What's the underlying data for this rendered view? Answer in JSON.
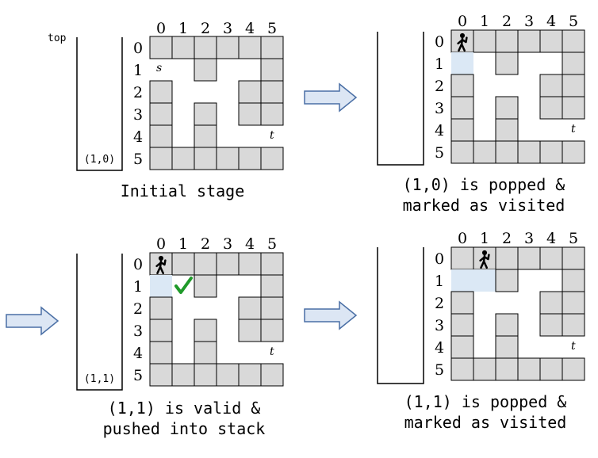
{
  "panels": [
    {
      "id": "p1",
      "stack_top_label": "top",
      "stack_items": [
        "(1,0)"
      ],
      "visited": [],
      "walker": null,
      "check": null,
      "caption": [
        "Initial stage"
      ]
    },
    {
      "id": "p2",
      "stack_top_label": "",
      "stack_items": [],
      "visited": [
        [
          1,
          0
        ]
      ],
      "walker": [
        0,
        0
      ],
      "check": null,
      "caption": [
        "(1,0) is popped &",
        "marked as visited"
      ]
    },
    {
      "id": "p3",
      "stack_top_label": "",
      "stack_items": [
        "(1,1)"
      ],
      "visited": [
        [
          1,
          0
        ]
      ],
      "walker": [
        0,
        0
      ],
      "check": [
        1,
        1
      ],
      "caption": [
        "(1,1) is valid &",
        "pushed into stack"
      ]
    },
    {
      "id": "p4",
      "stack_top_label": "",
      "stack_items": [],
      "visited": [
        [
          1,
          0
        ],
        [
          1,
          1
        ]
      ],
      "walker": [
        0,
        1
      ],
      "check": null,
      "caption": [
        "(1,1) is popped &",
        "marked as visited"
      ]
    }
  ],
  "maze": {
    "column_labels": [
      "0",
      "1",
      "2",
      "3",
      "4",
      "5"
    ],
    "row_labels": [
      "0",
      "1",
      "2",
      "3",
      "4",
      "5"
    ],
    "walls": [
      [
        1,
        1,
        1,
        1,
        1,
        1
      ],
      [
        0,
        0,
        1,
        0,
        0,
        1
      ],
      [
        1,
        0,
        0,
        0,
        1,
        1
      ],
      [
        1,
        0,
        1,
        0,
        1,
        1
      ],
      [
        1,
        0,
        1,
        0,
        0,
        0
      ],
      [
        1,
        1,
        1,
        1,
        1,
        1
      ]
    ],
    "start_label": "s",
    "start_cell": [
      1,
      0
    ],
    "target_label": "t",
    "target_cell": [
      4,
      5
    ]
  },
  "colors": {
    "wall": "#d9d9d9",
    "visited": "#dbe8f5",
    "arrow_fill": "#dce6f4",
    "arrow_stroke": "#4a6fa5",
    "check": "#1f9a2a",
    "line": "#000000"
  },
  "icons": {
    "walker": "walker-icon",
    "check": "checkmark-icon",
    "arrow": "right-arrow-icon"
  }
}
